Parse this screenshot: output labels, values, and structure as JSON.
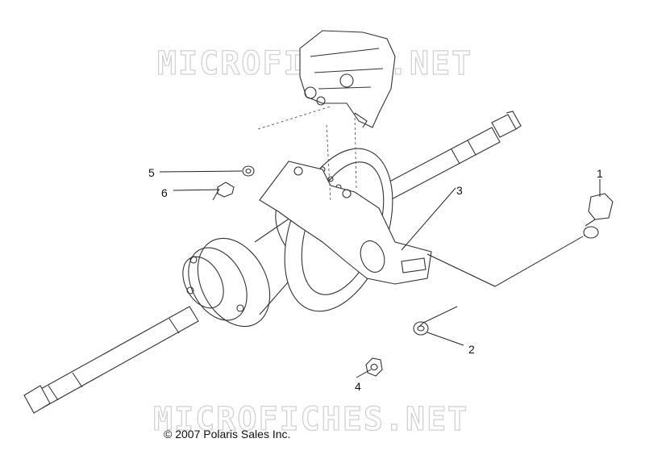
{
  "watermark": {
    "text": "MICROFICHES.NET"
  },
  "callouts": [
    {
      "id": "1",
      "label": "1"
    },
    {
      "id": "2",
      "label": "2"
    },
    {
      "id": "3",
      "label": "3"
    },
    {
      "id": "4",
      "label": "4"
    },
    {
      "id": "5",
      "label": "5"
    },
    {
      "id": "6",
      "label": "6"
    }
  ],
  "footer": {
    "copyright": "© 2007 Polaris Sales Inc."
  }
}
